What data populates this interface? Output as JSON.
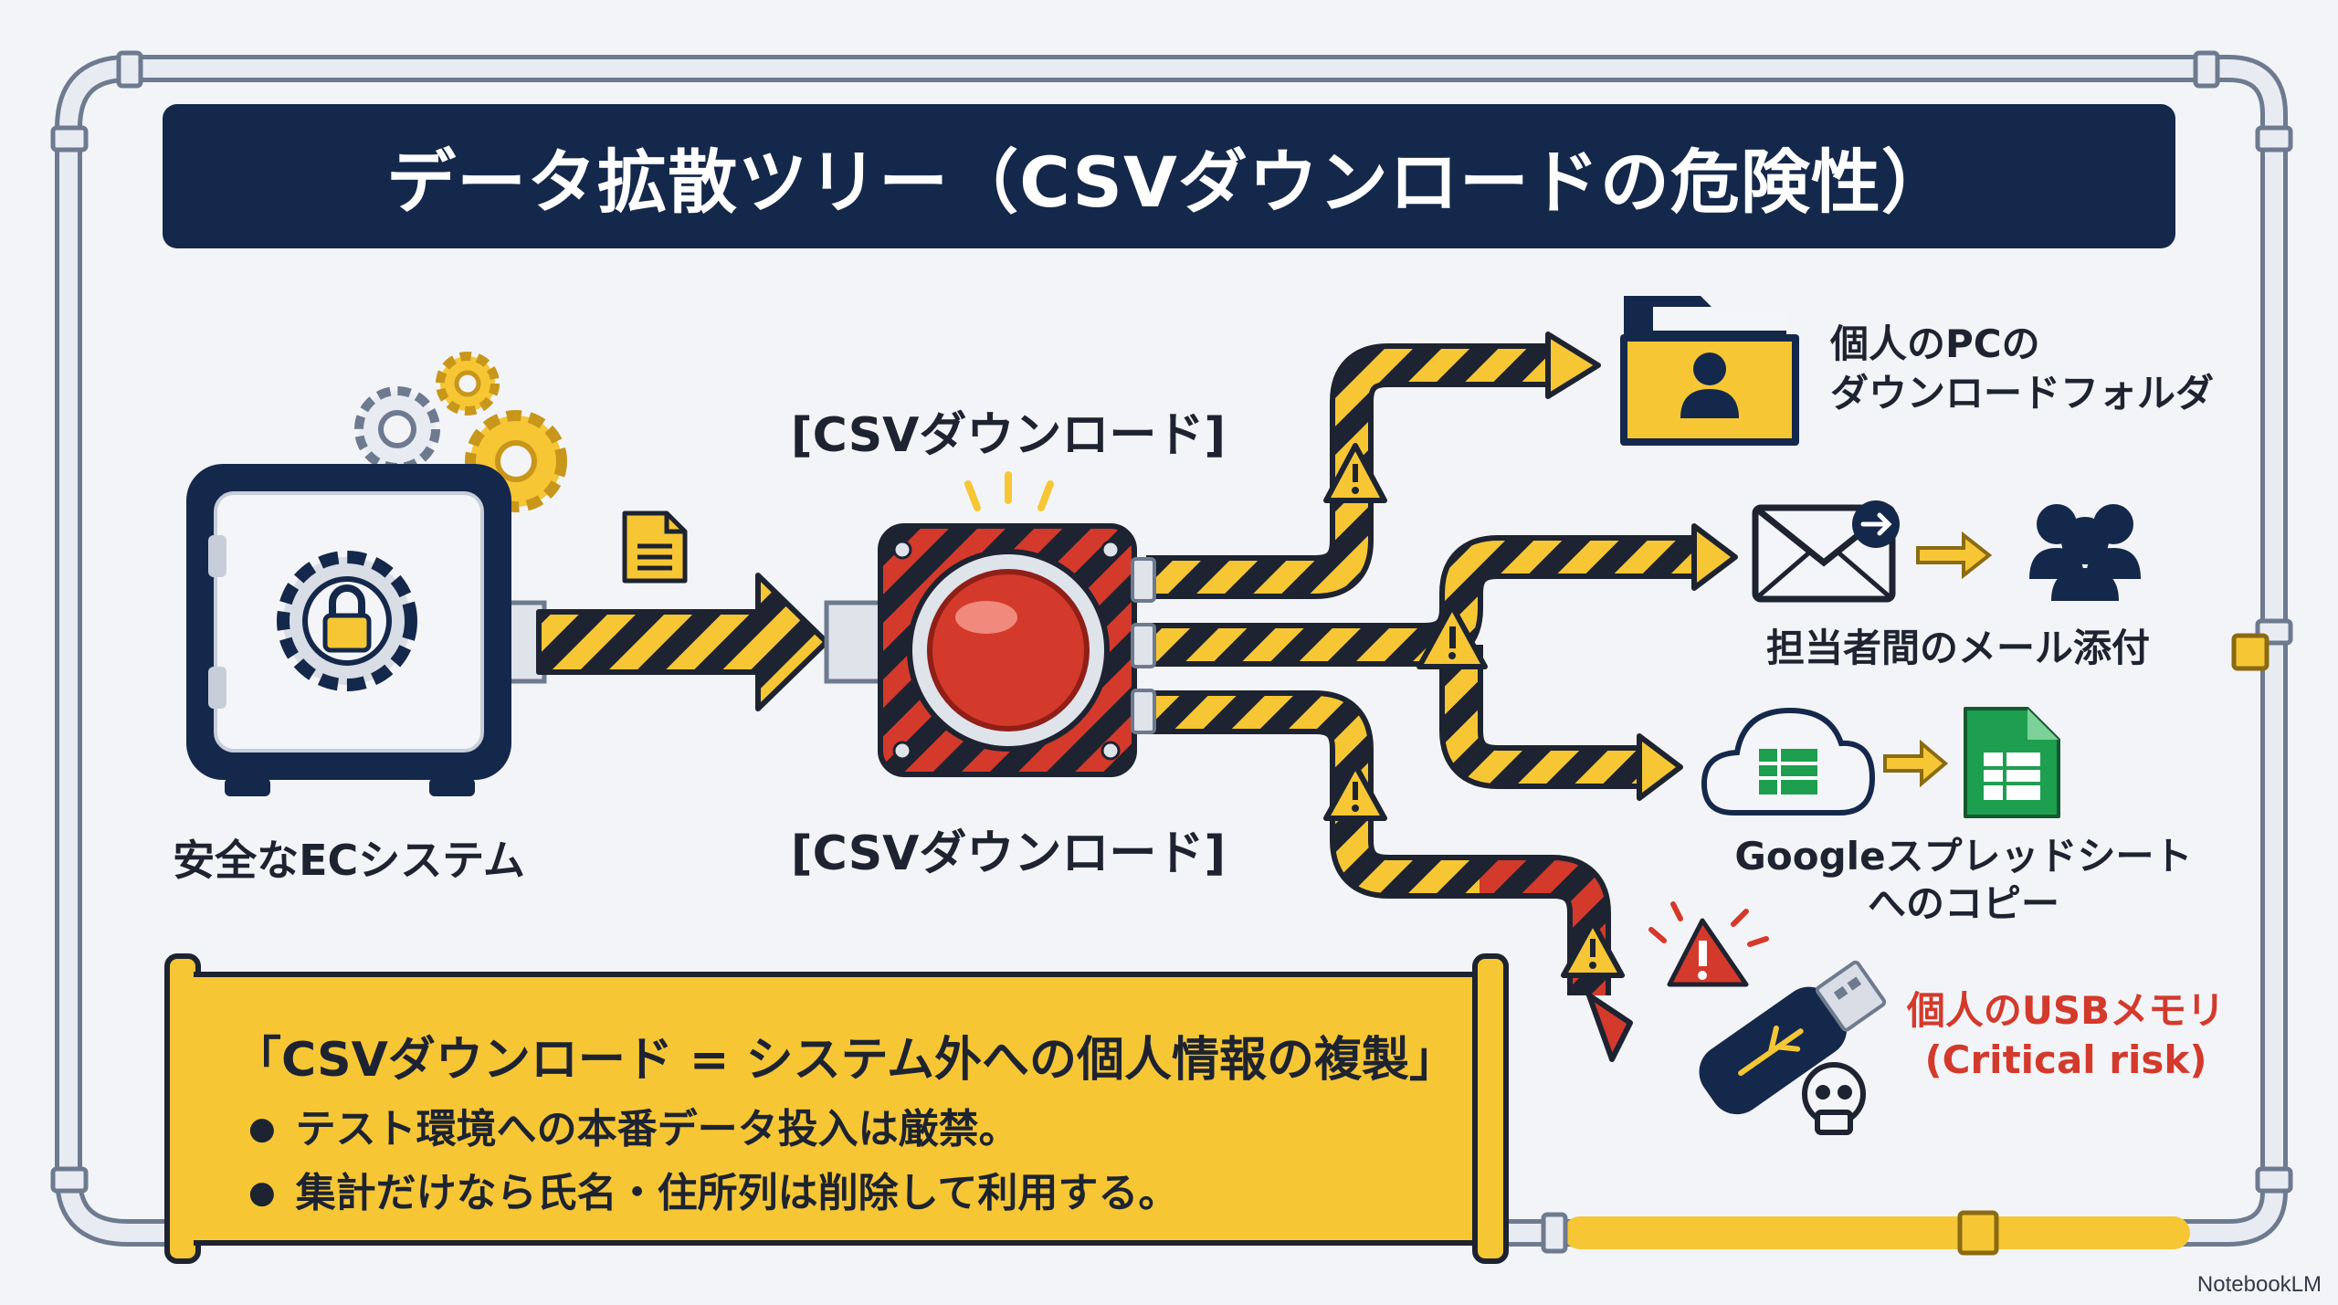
{
  "title": "データ拡散ツリー（CSVダウンロードの危険性）",
  "nodes": {
    "source": "安全なECシステム",
    "button_top": "[CSVダウンロード]",
    "button_bottom": "[CSVダウンロード]",
    "pc_folder": {
      "line1": "個人のPCの",
      "line2": "ダウンロードフォルダ"
    },
    "email": "担当者間のメール添付",
    "sheets": {
      "line1": "Googleスプレッドシート",
      "line2": "へのコピー"
    },
    "usb": {
      "line1": "個人のUSBメモリ",
      "line2": "(Critical risk)"
    }
  },
  "callout": {
    "title": "「CSVダウンロード = システム外への個人情報の複製」",
    "bullets": [
      "テスト環境への本番データ投入は厳禁。",
      "集計だけなら氏名・住所列は削除して利用する。"
    ]
  },
  "brand": "NotebookLM",
  "colors": {
    "navy": "#14284b",
    "hazard_yellow": "#f6c635",
    "hazard_black": "#1d2330",
    "danger_red": "#d33a2c",
    "sheets_green": "#1e9e4f"
  },
  "icons": [
    "gear-icon",
    "safe-icon",
    "lock-icon",
    "document-icon",
    "alarm-button-icon",
    "folder-user-icon",
    "mail-send-icon",
    "group-icon",
    "cloud-sheet-icon",
    "spreadsheet-icon",
    "usb-icon",
    "skull-icon",
    "warning-icon"
  ]
}
